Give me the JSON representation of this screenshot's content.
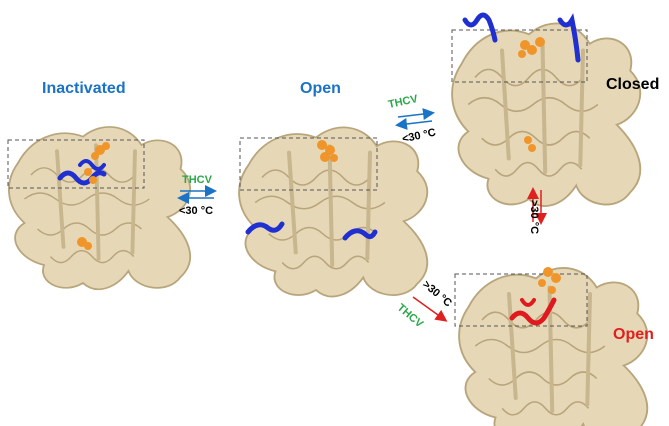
{
  "states": {
    "inactivated": {
      "label": "Inactivated",
      "color": "#1a73c4"
    },
    "open_top": {
      "label": "Open",
      "color": "#1a73c4"
    },
    "closed": {
      "label": "Closed",
      "color": "#000000"
    },
    "open_bottom": {
      "label": "Open",
      "color": "#e02020"
    }
  },
  "transitions": {
    "left": {
      "ligand": "THCV",
      "temperature": "<30 °C"
    },
    "top": {
      "ligand": "THCV",
      "temperature": "<30 °C"
    },
    "vertical": {
      "temperature": ">30 °C"
    },
    "diagonal": {
      "ligand": "THCV",
      "temperature": ">30 °C"
    }
  },
  "colors": {
    "protein": "#d9c9a3",
    "protein_edge": "#b9a57c",
    "domain_blue": "#1f2fd0",
    "ligand_orange": "#f0952a",
    "domain_red": "#e0191e",
    "arrow_blue": "#1a73c4",
    "arrow_red": "#e02020",
    "box_line": "#555555"
  }
}
